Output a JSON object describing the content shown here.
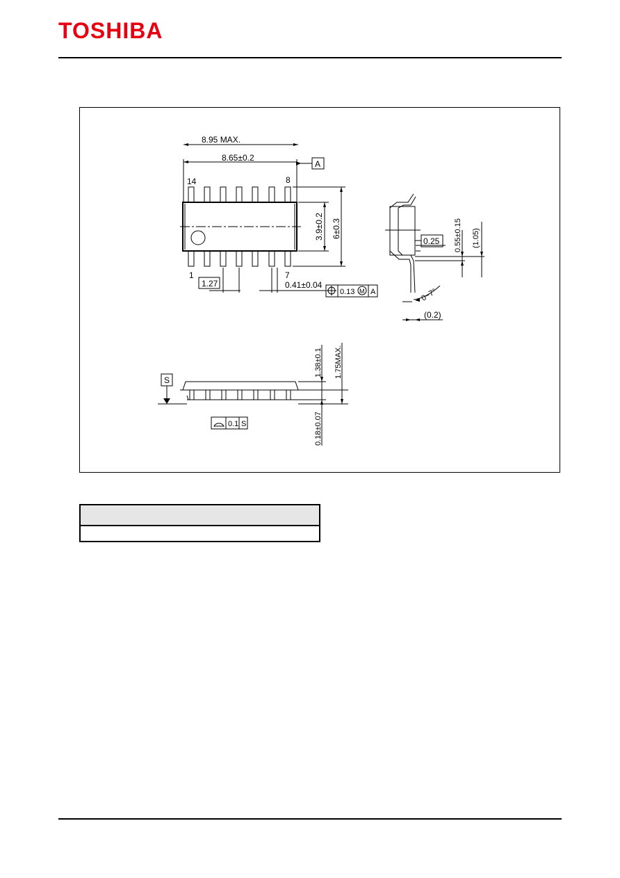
{
  "header": {
    "brand": "TOSHIBA",
    "brand_color": "#e60012"
  },
  "drawing": {
    "top_view": {
      "overall_length_max": "8.95 MAX.",
      "body_length": "8.65±0.2",
      "datum_a": "A",
      "pin_14": "14",
      "pin_8": "8",
      "pin_1": "1",
      "pin_7": "7",
      "body_width": "3.9±0.2",
      "overall_width": "6±0.3",
      "pitch": "1.27",
      "lead_width": "0.41±0.04",
      "position_tol": "0.13",
      "mmc_symbol": "M",
      "position_datum": "A"
    },
    "side_view": {
      "gauge": "0.25",
      "foot_length": "0.55±0.15",
      "foot_ref": "(1.05)",
      "lead_angle": "0~7°",
      "lead_thickness_ref": "(0.2)"
    },
    "front_view": {
      "datum_s": "S",
      "body_height": "1.38±0.1",
      "height_max": "1.75MAX.",
      "standoff": "0.18±0.07",
      "coplanarity_tol": "0.1",
      "coplanarity_datum": "S"
    }
  },
  "weight_table": {
    "header": "",
    "value": ""
  }
}
